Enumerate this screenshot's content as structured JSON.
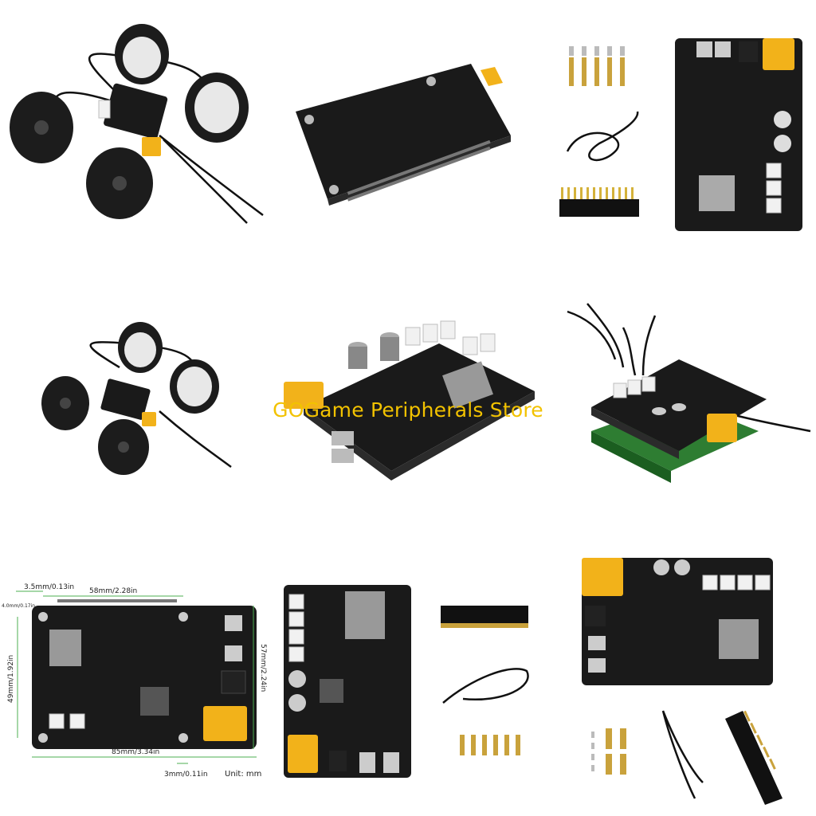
{
  "watermark": {
    "text": "GOGame Peripherals Store"
  },
  "dimensions": {
    "top_offset": "3.5mm/0.13in",
    "width_holes": "58mm/2.28in",
    "small_offset": "4.0mm/0.17in",
    "height_holes": "49mm/1.92in",
    "height_total": "57mm/2.24in",
    "width_total": "85mm/3.34in",
    "edge_offset": "3mm/0.11in",
    "unit": "Unit: mm"
  },
  "images": [
    {
      "name": "robot-chassis-wheels-photo"
    },
    {
      "name": "pcb-underside-photo"
    },
    {
      "name": "package-contents-photo"
    },
    {
      "name": "robot-chassis-wheels-photo-small"
    },
    {
      "name": "driver-board-angled-photo"
    },
    {
      "name": "board-on-raspberry-pi-photo"
    },
    {
      "name": "board-dimensions-diagram"
    },
    {
      "name": "board-front-with-accessories-photo"
    },
    {
      "name": "board-rotated-with-accessories-photo"
    }
  ]
}
